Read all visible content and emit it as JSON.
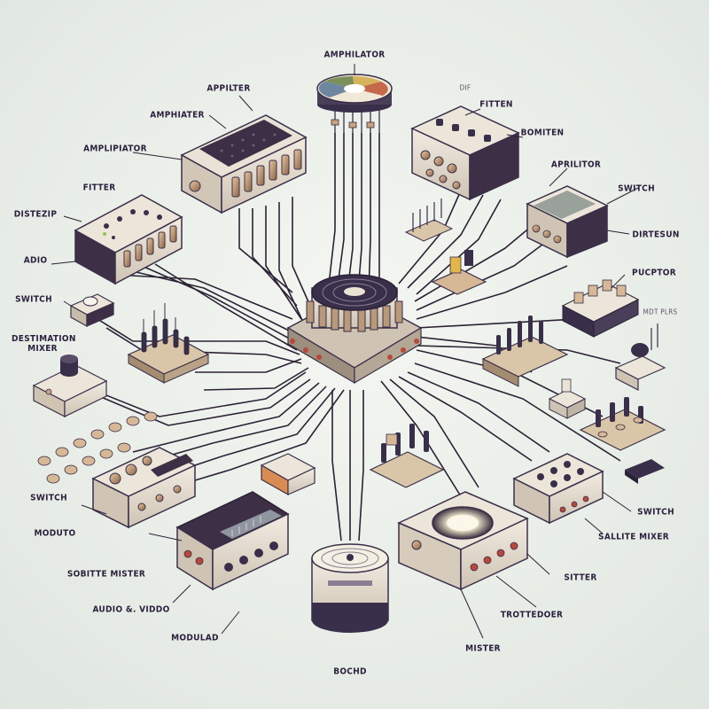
{
  "diagram": {
    "labels": {
      "l1": "AMPHILATOR",
      "l2": "APPILTER",
      "l3": "AMPHIATER",
      "l4": "AMPLIPIATOR",
      "l5": "FITTER",
      "l6": "DISTEZIP",
      "l7": "ADIO",
      "l8": "SWITCH",
      "l9": "DESTIMATION MIXER",
      "l10": "SWITCH",
      "l11": "MODUTO",
      "l12": "SOBITTE MISTER",
      "l13": "AUDIO &. VIDDO",
      "l14": "MODULAD",
      "l15": "BOCHD",
      "l16": "MISTER",
      "l17": "TROTTEDOER",
      "l18": "SITTER",
      "l19": "SALLITE MIXER",
      "l20": "SWITCH",
      "l21": "PUCPTOR",
      "l22": "DIRTESUN",
      "l23": "SWITCH",
      "l24": "APRILITOR",
      "l25": "BOMITEN",
      "l26": "FITTEN",
      "l27": "DIF",
      "l28": "MDT PLRS"
    },
    "colors": {
      "wire": "#2b2235",
      "chassis": "#e6ddd0",
      "chassis_dark": "#b8ab9a",
      "panel": "#3a2f4a",
      "knob": "#c9a27e",
      "accent": "#b9473a"
    }
  }
}
